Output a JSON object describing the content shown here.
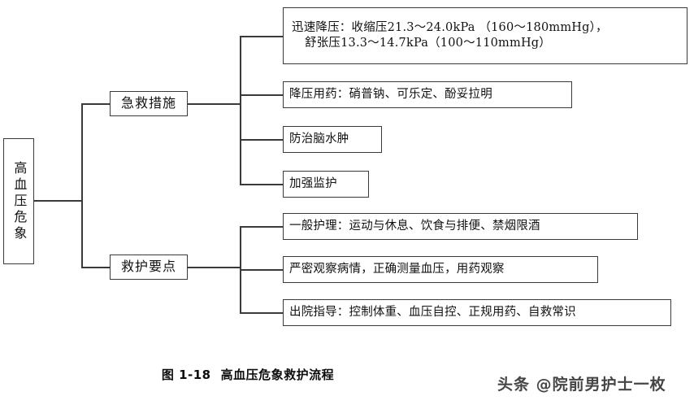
{
  "figure": {
    "root": {
      "label": "高血压危象"
    },
    "branches": [
      {
        "label": "急救措施",
        "items": [
          {
            "line1": "迅速降压：收缩压21.3～24.0kPa （160～180mmHg），",
            "line2": "舒张压13.3～14.7kPa（100～110mmHg）"
          },
          {
            "line1": "降压用药：硝普钠、可乐定、酚妥拉明"
          },
          {
            "line1": "防治脑水肿"
          },
          {
            "line1": "加强监护"
          }
        ]
      },
      {
        "label": "救护要点",
        "items": [
          {
            "line1": "一般护理：运动与休息、饮食与排便、禁烟限酒"
          },
          {
            "line1": "严密观察病情，正确测量血压，用药观察"
          },
          {
            "line1": "出院指导：控制体重、血压自控、正规用药、自救常识"
          }
        ]
      }
    ]
  },
  "caption": {
    "figure_number": "图 1-18",
    "title": "高血压危象救护流程"
  },
  "watermark": {
    "text": "头条 @院前男护士一枚"
  },
  "colors": {
    "border": "#3a3a3a",
    "background": "#ffffff",
    "text": "#111111"
  }
}
